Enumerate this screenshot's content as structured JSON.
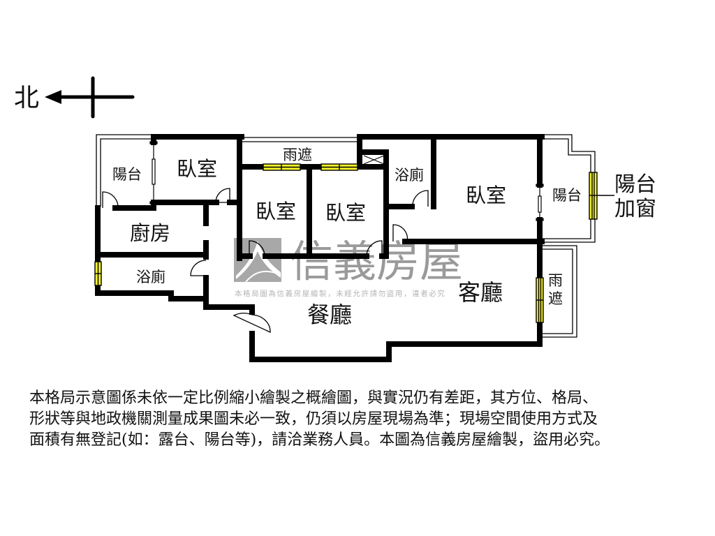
{
  "compass": {
    "north_label": "北"
  },
  "rooms": {
    "balcony_nw": "陽台",
    "bedroom_nw": "臥室",
    "kitchen": "廚房",
    "bathroom_w": "浴廁",
    "canopy_top": "雨遮",
    "bedroom_mid1": "臥室",
    "bedroom_mid2": "臥室",
    "bathroom_e": "浴廁",
    "bedroom_master": "臥室",
    "balcony_se": "陽台",
    "dining": "餐廳",
    "living": "客廳",
    "canopy_e_1": "雨",
    "canopy_e_2": "遮"
  },
  "callout": {
    "line1": "陽台",
    "line2": "加窗"
  },
  "watermark": {
    "brand": "信義房屋",
    "notice": "本格局圖為信義房屋繪製，未經允許請勿盜用，違者必究"
  },
  "colors": {
    "wall": "#000000",
    "window": "#f2f22a",
    "watermark": "#9a9a9a"
  },
  "disclaimer": {
    "line1": "本格局示意圖係未依一定比例縮小繪製之概繪圖，與實況仍有差距，其方位、格局、",
    "line2": "形狀等與地政機關測量成果圖未必一致，仍須以房屋現場為準；現場空間使用方式及",
    "line3": "面積有無登記(如：露台、陽台等)，請洽業務人員。本圖為信義房屋繪製，盜用必究。"
  }
}
